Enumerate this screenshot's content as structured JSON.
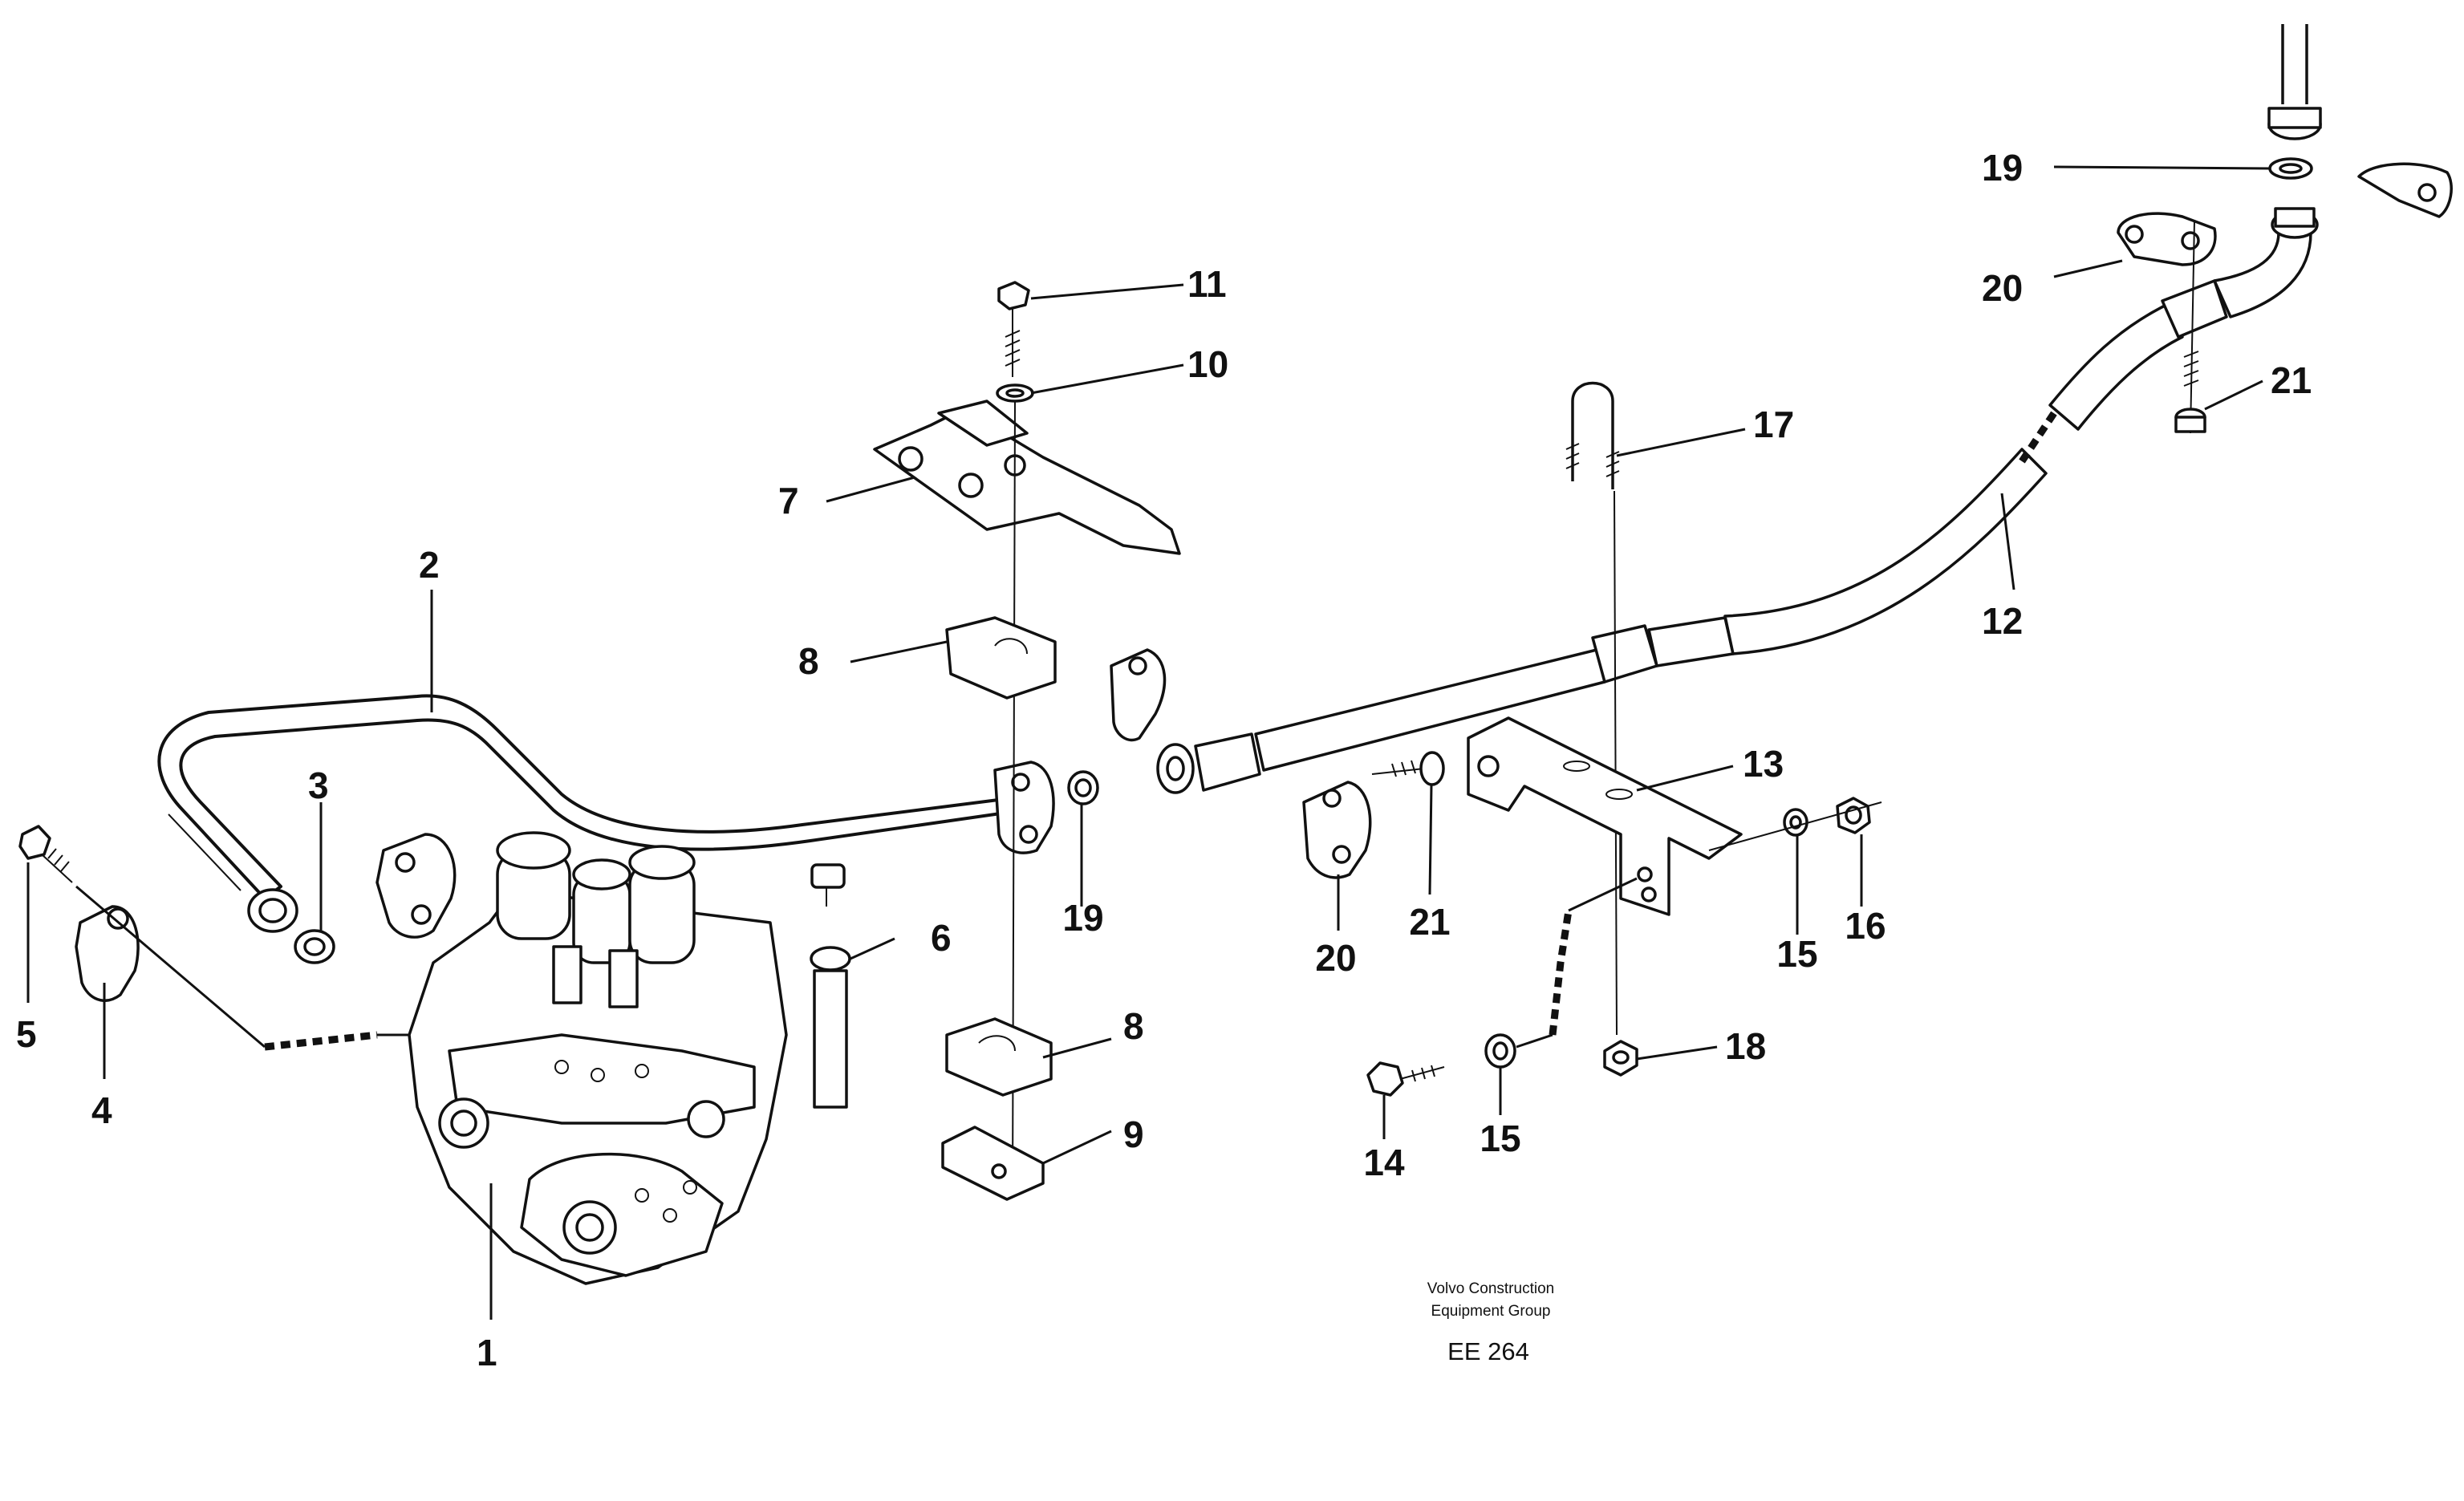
{
  "diagram": {
    "caption_line1": "Volvo Construction",
    "caption_line2": "Equipment Group",
    "code": "EE 264"
  },
  "callouts": [
    {
      "id": "c1",
      "text": "1"
    },
    {
      "id": "c2",
      "text": "2"
    },
    {
      "id": "c3",
      "text": "3"
    },
    {
      "id": "c4",
      "text": "4"
    },
    {
      "id": "c5",
      "text": "5"
    },
    {
      "id": "c6",
      "text": "6"
    },
    {
      "id": "c7",
      "text": "7"
    },
    {
      "id": "c8a",
      "text": "8"
    },
    {
      "id": "c8b",
      "text": "8"
    },
    {
      "id": "c9",
      "text": "9"
    },
    {
      "id": "c10",
      "text": "10"
    },
    {
      "id": "c11",
      "text": "11"
    },
    {
      "id": "c12",
      "text": "12"
    },
    {
      "id": "c13",
      "text": "13"
    },
    {
      "id": "c14",
      "text": "14"
    },
    {
      "id": "c15a",
      "text": "15"
    },
    {
      "id": "c15b",
      "text": "15"
    },
    {
      "id": "c16",
      "text": "16"
    },
    {
      "id": "c17",
      "text": "17"
    },
    {
      "id": "c18",
      "text": "18"
    },
    {
      "id": "c19a",
      "text": "19"
    },
    {
      "id": "c19b",
      "text": "19"
    },
    {
      "id": "c20a",
      "text": "20"
    },
    {
      "id": "c20b",
      "text": "20"
    },
    {
      "id": "c21a",
      "text": "21"
    },
    {
      "id": "c21b",
      "text": "21"
    }
  ]
}
